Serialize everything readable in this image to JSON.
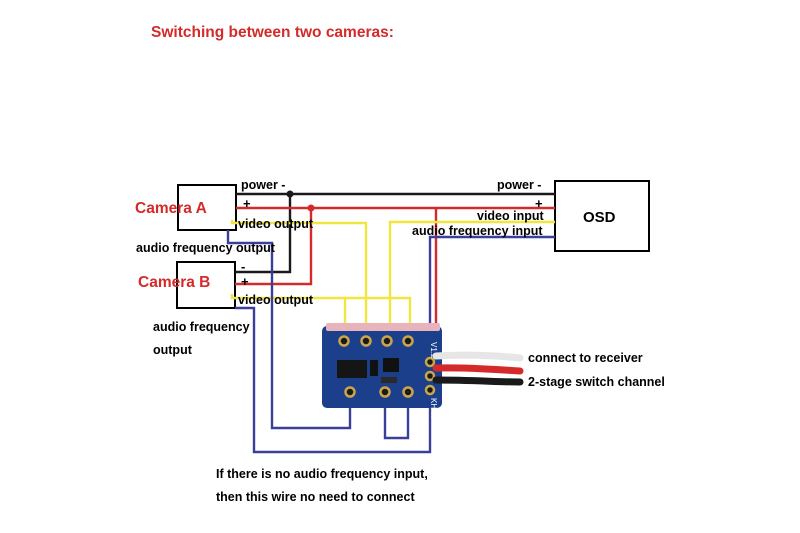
{
  "title": "Switching between two cameras:",
  "devices": {
    "camera_a": "Camera A",
    "camera_b": "Camera B",
    "osd": "OSD"
  },
  "camera_a_labels": {
    "power_minus": "power -",
    "plus": "+",
    "video_output": "video output",
    "audio_output": "audio frequency output"
  },
  "camera_b_labels": {
    "minus": "-",
    "plus": "+",
    "video_output": "video output",
    "audio_output_line1": "audio frequency",
    "audio_output_line2": "output"
  },
  "osd_labels": {
    "power_minus": "power -",
    "plus": "+",
    "video_input": "video input",
    "audio_input": "audio frequency input"
  },
  "module": {
    "version_mark": "V1.2",
    "maker_mark": "KH-W"
  },
  "receiver_note": {
    "line1": "connect to receiver",
    "line2": "2-stage switch channel"
  },
  "bottom_note": {
    "line1": "If there is no audio frequency input,",
    "line2": "then this wire no need to connect"
  },
  "colors": {
    "title": "#d42a2a",
    "power_wire": "#1a1a1a",
    "plus_wire": "#d42a2a",
    "video_wire": "#f0e640",
    "audio_wire": "#3a3f9a",
    "module_board": "#1c3f8c"
  }
}
